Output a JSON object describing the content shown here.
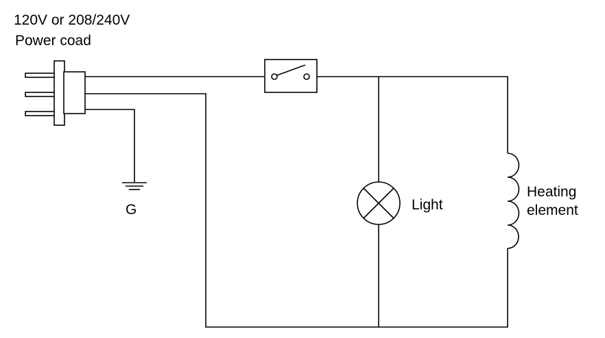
{
  "power_cord": {
    "voltage_label": "120V or 208/240V",
    "cord_label": "Power coad"
  },
  "ground_label": "G",
  "light_label": "Light",
  "heating_element_label": {
    "line1": "Heating",
    "line2": "element"
  },
  "components": [
    "plug",
    "ground",
    "switch",
    "lamp",
    "heating-coil"
  ]
}
